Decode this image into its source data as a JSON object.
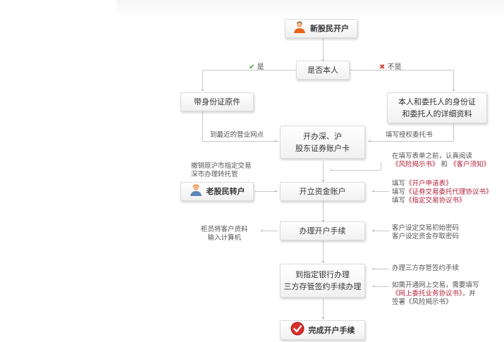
{
  "flowchart": {
    "start": {
      "label": "新股民开户",
      "icon": "new-investor-avatar-icon"
    },
    "decision": {
      "label": "是否本人"
    },
    "branch_yes": {
      "label": "是",
      "icon": "check-icon",
      "color": "#3aa33a"
    },
    "branch_no": {
      "label": "不是",
      "icon": "cross-icon",
      "color": "#e0443a"
    },
    "yes_box": {
      "label": "带身份证原件"
    },
    "no_box": {
      "line1": "本人和委托人的身份证",
      "line2": "和委托人的详细资料"
    },
    "to_branch_note": "到最近的营业网点",
    "authorize_note": "填写授权委托书",
    "step_card": {
      "line1": "开办深、沪",
      "line2": "股东证券账户卡"
    },
    "read_note": {
      "line1": "在填写表单之前，认真阅读",
      "doc1": "《风险揭示书》",
      "and": "和",
      "doc2": "《客户须知》"
    },
    "old_investor": {
      "label": "老股民转户",
      "icon": "old-investor-avatar-icon"
    },
    "old_investor_note": {
      "line1": "撤销原沪市指定交易",
      "line2": "深市办理转托管"
    },
    "step_fund": {
      "label": "开立资金账户"
    },
    "fund_notes": [
      {
        "prefix": "填写",
        "doc": "《开户申请表》"
      },
      {
        "prefix": "填写",
        "doc": "《证券交易委托代理协议书》"
      },
      {
        "prefix": "填写",
        "doc": "《指定交易协议书》"
      }
    ],
    "step_procedure": {
      "label": "办理开户手续"
    },
    "clerk_note": {
      "line1": "柜员将客户资料",
      "line2": "输入计算机"
    },
    "password_notes": [
      "客户设定交易初始密码",
      "客户设定资金存取密码"
    ],
    "step_bank": {
      "line1": "到指定银行办理",
      "line2": "三方存管签约手续办理"
    },
    "bank_note1": "办理三方存管签约手续",
    "bank_note2": {
      "line1": "如需开通网上交易，需要填写",
      "doc": "《网上委托业务协议书》",
      "suffix": "，并",
      "line3": "签署《风险揭示书》"
    },
    "end": {
      "label": "完成开户手续",
      "icon": "complete-check-icon"
    },
    "colors": {
      "link_red": "#b3223a",
      "line": "#c8c8c8",
      "text": "#333333"
    }
  }
}
